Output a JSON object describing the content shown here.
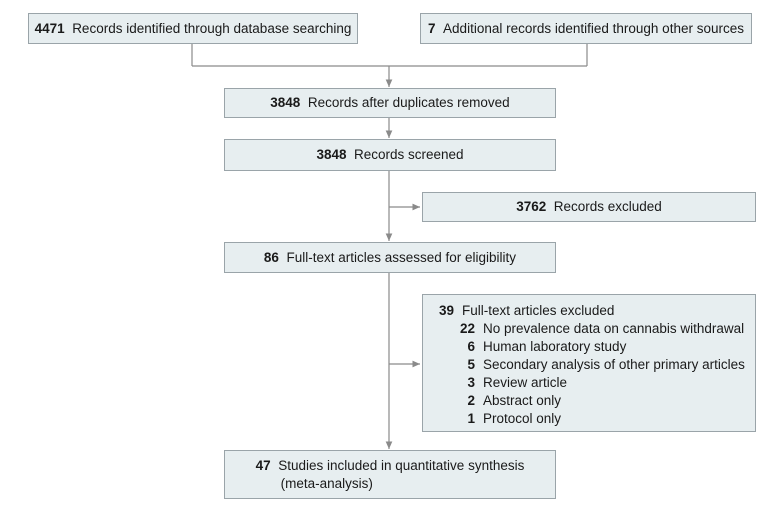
{
  "boxes": {
    "database": {
      "count": "4471",
      "label": "Records identified through database searching"
    },
    "other": {
      "count": "7",
      "label": "Additional records identified through other sources"
    },
    "deduplicated": {
      "count": "3848",
      "label": "Records after duplicates removed"
    },
    "screened": {
      "count": "3848",
      "label": "Records screened"
    },
    "excluded": {
      "count": "3762",
      "label": "Records excluded"
    },
    "assessed": {
      "count": "86",
      "label": "Full-text articles assessed for eligibility"
    },
    "fulltext_excluded": {
      "count": "39",
      "label": "Full-text articles excluded",
      "reasons": [
        {
          "count": "22",
          "label": "No prevalence data on cannabis withdrawal"
        },
        {
          "count": "6",
          "label": "Human laboratory study"
        },
        {
          "count": "5",
          "label": "Secondary analysis of other primary articles"
        },
        {
          "count": "3",
          "label": "Review article"
        },
        {
          "count": "2",
          "label": "Abstract only"
        },
        {
          "count": "1",
          "label": "Protocol only"
        }
      ]
    },
    "included": {
      "count": "47",
      "label_line1": "Studies included in quantitative synthesis",
      "label_line2": "(meta-analysis)"
    }
  },
  "colors": {
    "box_fill": "#e7eef0",
    "box_border": "#9aa4a9",
    "line": "#8a8a8a"
  }
}
